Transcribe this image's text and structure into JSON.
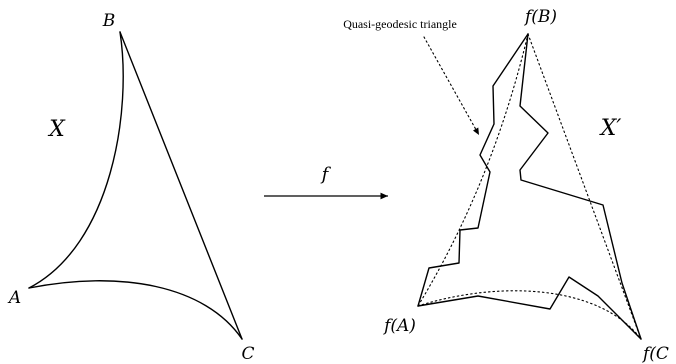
{
  "left_space": {
    "label": "X",
    "vertices": {
      "a": "A",
      "b": "B",
      "c": "C"
    }
  },
  "map": {
    "label": "f"
  },
  "right_space": {
    "label": "X′",
    "vertices": {
      "a": "f(A)",
      "b": "f(B)",
      "c": "f(C"
    }
  },
  "annotation": {
    "text": "Quasi-geodesic triangle"
  }
}
